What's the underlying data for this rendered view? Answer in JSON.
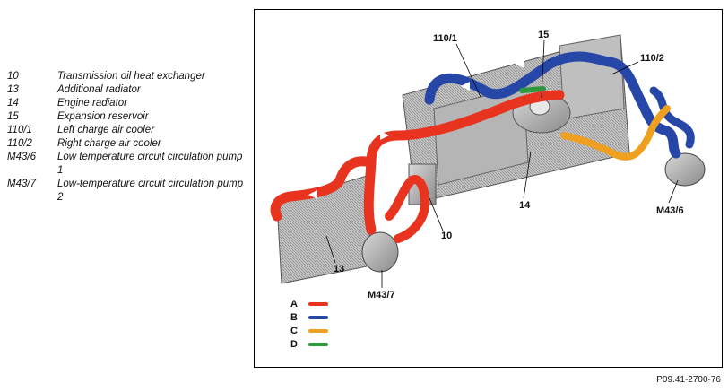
{
  "legend": [
    {
      "code": "10",
      "text": "Transmission oil heat exchanger"
    },
    {
      "code": "13",
      "text": "Additional radiator"
    },
    {
      "code": "14",
      "text": "Engine radiator"
    },
    {
      "code": "15",
      "text": "Expansion reservoir"
    },
    {
      "code": "110/1",
      "text": "Left charge air cooler"
    },
    {
      "code": "110/2",
      "text": "Right charge air cooler"
    },
    {
      "code": "M43/6",
      "text": "Low temperature circuit circulation pump 1"
    },
    {
      "code": "M43/7",
      "text": "Low-temperature circuit circulation pump 2"
    }
  ],
  "callouts": {
    "c110_1": "110/1",
    "c15": "15",
    "c110_2": "110/2",
    "c14": "14",
    "c10": "10",
    "c13": "13",
    "cM43_6": "M43/6",
    "cM43_7": "M43/7"
  },
  "line_key": [
    {
      "letter": "A",
      "color": "#e8331f"
    },
    {
      "letter": "B",
      "color": "#2747a8"
    },
    {
      "letter": "C",
      "color": "#f0a020"
    },
    {
      "letter": "D",
      "color": "#2a9a3a"
    }
  ],
  "figure_ref": "P09.41-2700-76"
}
